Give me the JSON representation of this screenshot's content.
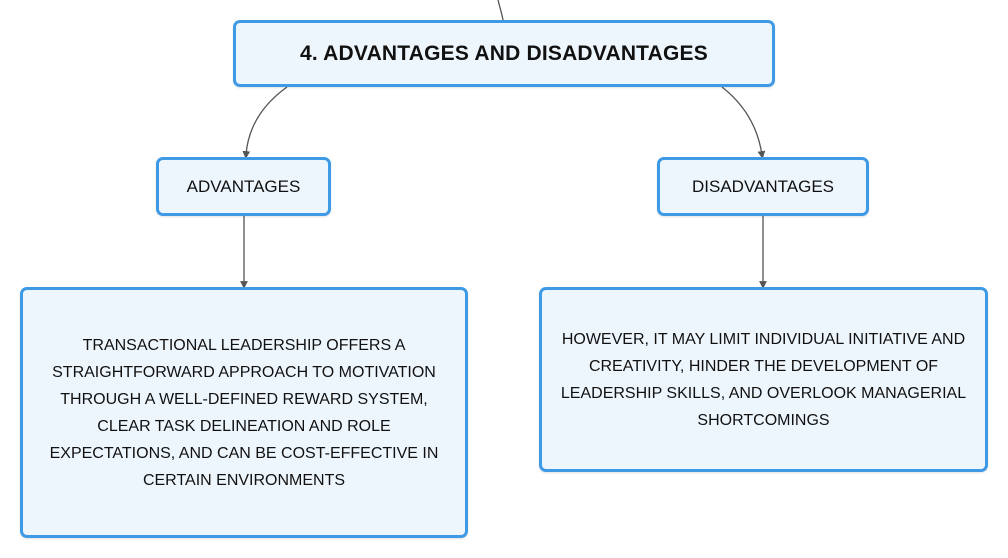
{
  "colors": {
    "node_border": "#3f9ae6",
    "node_fill": "#eef6fd",
    "connector": "#555555",
    "text": "#111111"
  },
  "root": {
    "label": "4. ADVANTAGES AND DISADVANTAGES"
  },
  "advantages": {
    "label": "ADVANTAGES",
    "text": "TRANSACTIONAL LEADERSHIP OFFERS A STRAIGHTFORWARD APPROACH TO MOTIVATION THROUGH A WELL-DEFINED REWARD SYSTEM, CLEAR TASK DELINEATION AND ROLE EXPECTATIONS, AND CAN BE COST-EFFECTIVE IN CERTAIN ENVIRONMENTS"
  },
  "disadvantages": {
    "label": "DISADVANTAGES",
    "text": "HOWEVER, IT MAY LIMIT INDIVIDUAL INITIATIVE AND CREATIVITY, HINDER THE DEVELOPMENT OF LEADERSHIP SKILLS, AND OVERLOOK MANAGERIAL SHORTCOMINGS"
  }
}
